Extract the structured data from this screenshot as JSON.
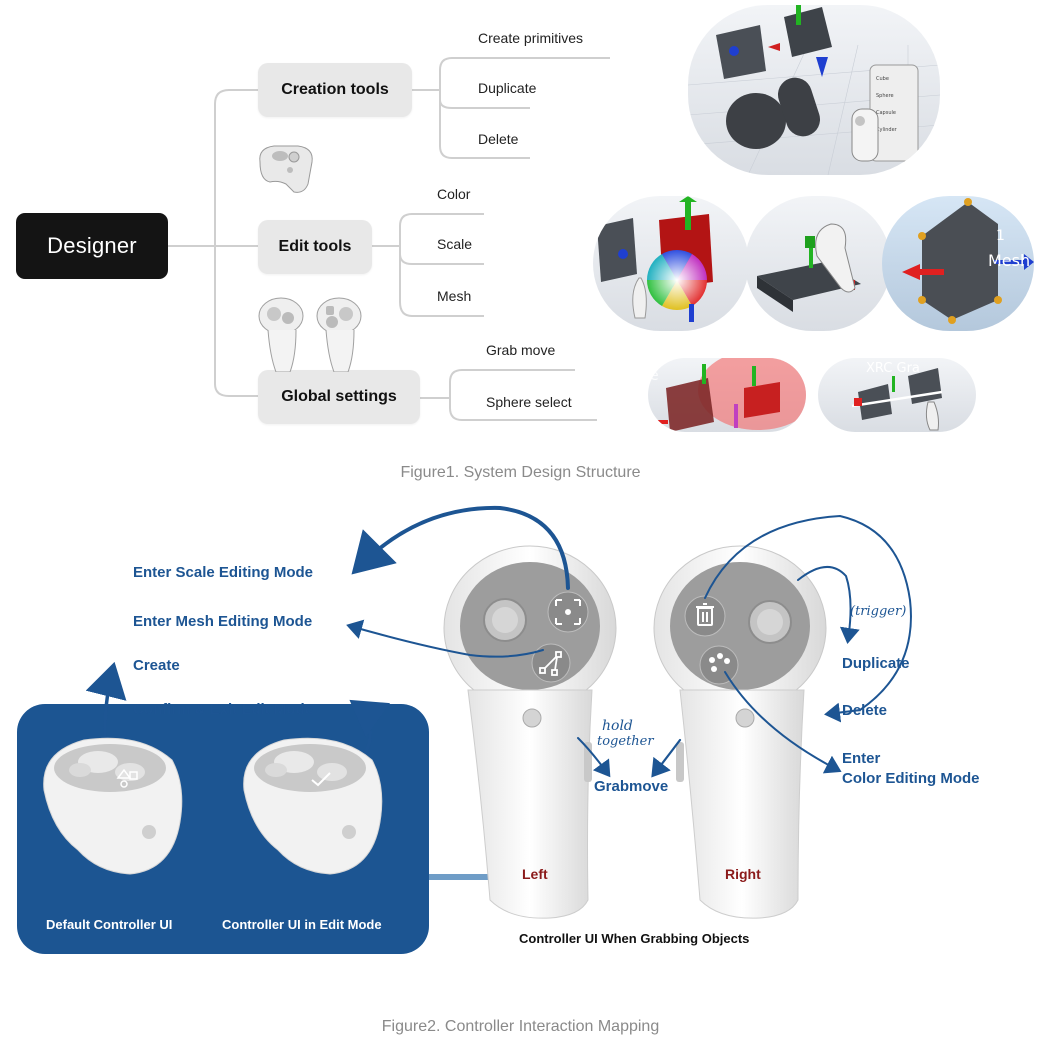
{
  "figure1": {
    "root": "Designer",
    "categories": [
      {
        "label": "Creation tools",
        "items": [
          "Create primitives",
          "Duplicate",
          "Delete"
        ]
      },
      {
        "label": "Edit tools",
        "items": [
          "Color",
          "Scale",
          "Mesh"
        ]
      },
      {
        "label": "Global settings",
        "items": [
          "Grab move",
          "Sphere select"
        ]
      }
    ],
    "caption": "Figure1. System Design Structure",
    "menu_panel": [
      "Cube",
      "Sphere",
      "Capsule",
      "Cylinder"
    ],
    "thumb_text": [
      "1",
      "Mesh",
      "XRC Gra",
      "e"
    ]
  },
  "figure2": {
    "left_labels": [
      "Enter Scale Editing Mode",
      "Enter Mesh Editing Mode",
      "Create",
      "Confirm & Exit Edit Mode"
    ],
    "right_labels": {
      "duplicate": "Duplicate",
      "delete": "Delete",
      "color_line1": "Enter",
      "color_line2": "Color Editing Mode"
    },
    "handwritten": {
      "trigger": "(trigger)",
      "hold1": "hold",
      "hold2": "together"
    },
    "grabmove": "Grabmove",
    "left": "Left",
    "right": "Right",
    "panel_labels": [
      "Default Controller UI",
      "Controller UI in Edit Mode"
    ],
    "bottom_caption": "Controller UI When Grabbing Objects",
    "caption": "Figure2. Controller Interaction Mapping"
  },
  "colors": {
    "accent_blue": "#1c5592",
    "label_blue": "#1d5593",
    "root_dark": "#141414",
    "node_gray": "#e8e8e8",
    "left_right_red": "#8b1a1a"
  }
}
